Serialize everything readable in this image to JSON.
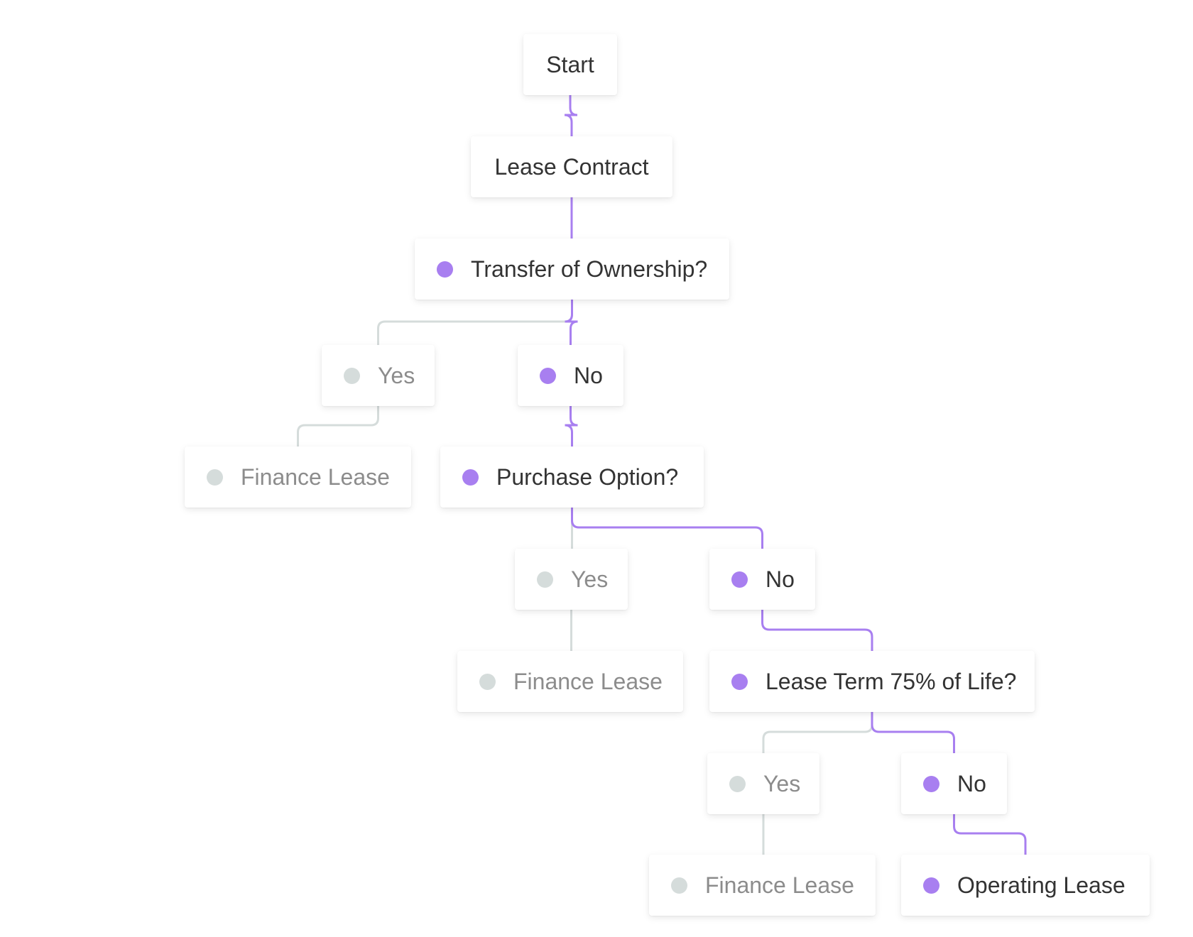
{
  "colors": {
    "active": "#a87ff0",
    "inactive": "#d5dcdb",
    "active_text": "#333333",
    "inactive_text": "#8c8c8c"
  },
  "nodes": {
    "start": {
      "label": "Start",
      "state": "active"
    },
    "lease_contract": {
      "label": "Lease Contract",
      "state": "active"
    },
    "transfer_of_ownership": {
      "label": "Transfer of Ownership?",
      "state": "active"
    },
    "q1_yes": {
      "label": "Yes",
      "state": "inactive"
    },
    "q1_no": {
      "label": "No",
      "state": "active"
    },
    "q1_finance_lease": {
      "label": "Finance Lease",
      "state": "inactive"
    },
    "purchase_option": {
      "label": "Purchase Option?",
      "state": "active"
    },
    "q2_yes": {
      "label": "Yes",
      "state": "inactive"
    },
    "q2_no": {
      "label": "No",
      "state": "active"
    },
    "q2_finance_lease": {
      "label": "Finance Lease",
      "state": "inactive"
    },
    "lease_term": {
      "label": "Lease Term 75% of Life?",
      "state": "active"
    },
    "q3_yes": {
      "label": "Yes",
      "state": "inactive"
    },
    "q3_no": {
      "label": "No",
      "state": "active"
    },
    "q3_finance_lease": {
      "label": "Finance Lease",
      "state": "inactive"
    },
    "operating_lease": {
      "label": "Operating Lease",
      "state": "active"
    }
  },
  "edges": [
    {
      "from": "start",
      "to": "lease_contract",
      "state": "active"
    },
    {
      "from": "lease_contract",
      "to": "transfer_of_ownership",
      "state": "active"
    },
    {
      "from": "transfer_of_ownership",
      "to": "q1_yes",
      "state": "inactive"
    },
    {
      "from": "transfer_of_ownership",
      "to": "q1_no",
      "state": "active"
    },
    {
      "from": "q1_yes",
      "to": "q1_finance_lease",
      "state": "inactive"
    },
    {
      "from": "q1_no",
      "to": "purchase_option",
      "state": "active"
    },
    {
      "from": "purchase_option",
      "to": "q2_yes",
      "state": "inactive"
    },
    {
      "from": "purchase_option",
      "to": "q2_no",
      "state": "active"
    },
    {
      "from": "q2_yes",
      "to": "q2_finance_lease",
      "state": "inactive"
    },
    {
      "from": "q2_no",
      "to": "lease_term",
      "state": "active"
    },
    {
      "from": "lease_term",
      "to": "q3_yes",
      "state": "inactive"
    },
    {
      "from": "lease_term",
      "to": "q3_no",
      "state": "active"
    },
    {
      "from": "q3_yes",
      "to": "q3_finance_lease",
      "state": "inactive"
    },
    {
      "from": "q3_no",
      "to": "operating_lease",
      "state": "active"
    }
  ]
}
